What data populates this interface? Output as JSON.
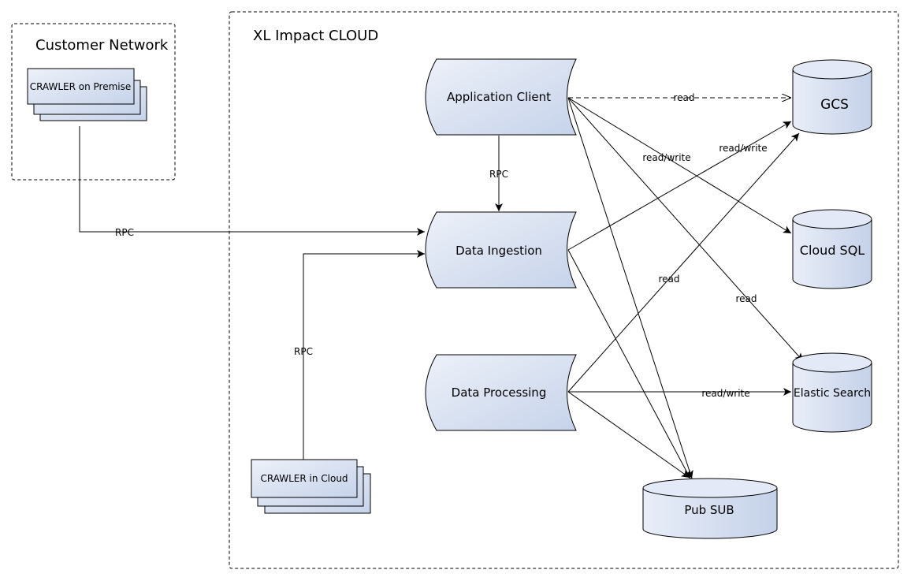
{
  "groups": {
    "customer": "Customer Network",
    "cloud": "XL Impact CLOUD"
  },
  "nodes": {
    "app_client": "Application Client",
    "data_ingestion": "Data Ingestion",
    "data_processing": "Data Processing",
    "crawler_premise": "CRAWLER on Premise",
    "crawler_cloud": "CRAWLER in Cloud",
    "gcs": "GCS",
    "cloud_sql": "Cloud SQL",
    "elastic": "Elastic Search",
    "pubsub": "Pub SUB"
  },
  "edges": {
    "rpc_client_ingest": "RPC",
    "rpc_premise": "RPC",
    "rpc_cloud": "RPC",
    "client_gcs": "read",
    "client_cloudsql": "read/write",
    "client_elastic": "read",
    "ingest_gcs": "read/write",
    "processing_gcs": "read",
    "processing_elastic": "read/write"
  },
  "colors": {
    "node_fill_light": "#edf1f9",
    "node_fill_dark": "#c6d3ea",
    "stroke": "#000000"
  }
}
